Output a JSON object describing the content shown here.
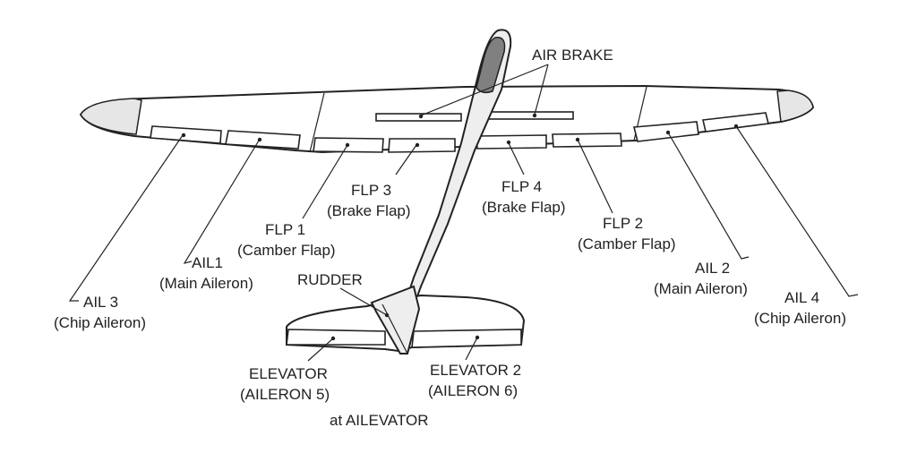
{
  "labels": {
    "air_brake": "AIR BRAKE",
    "flp3": "FLP  3",
    "flp3_sub": "(Brake Flap)",
    "flp4": "FLP  4",
    "flp4_sub": "(Brake Flap)",
    "flp1": "FLP 1",
    "flp1_sub": "(Camber Flap)",
    "flp2": "FLP 2",
    "flp2_sub": "(Camber Flap)",
    "ail1": "AIL1",
    "ail1_sub": "(Main Aileron)",
    "ail2": "AIL 2",
    "ail2_sub": "(Main Aileron)",
    "ail3": "AIL 3",
    "ail3_sub": "(Chip Aileron)",
    "ail4": "AIL 4",
    "ail4_sub": "(Chip Aileron)",
    "rudder": "RUDDER",
    "elevator1": "ELEVATOR",
    "elevator1_sub": "(AILERON 5)",
    "elevator2": "ELEVATOR 2",
    "elevator2_sub": "(AILERON 6)",
    "footer": "at  AILEVATOR"
  },
  "colors": {
    "line": "#222222",
    "tip_fill": "#e6e6e6",
    "nose_fill": "#808080",
    "fuselage_fill": "#eeeeee",
    "surface_fill": "#ffffff"
  }
}
